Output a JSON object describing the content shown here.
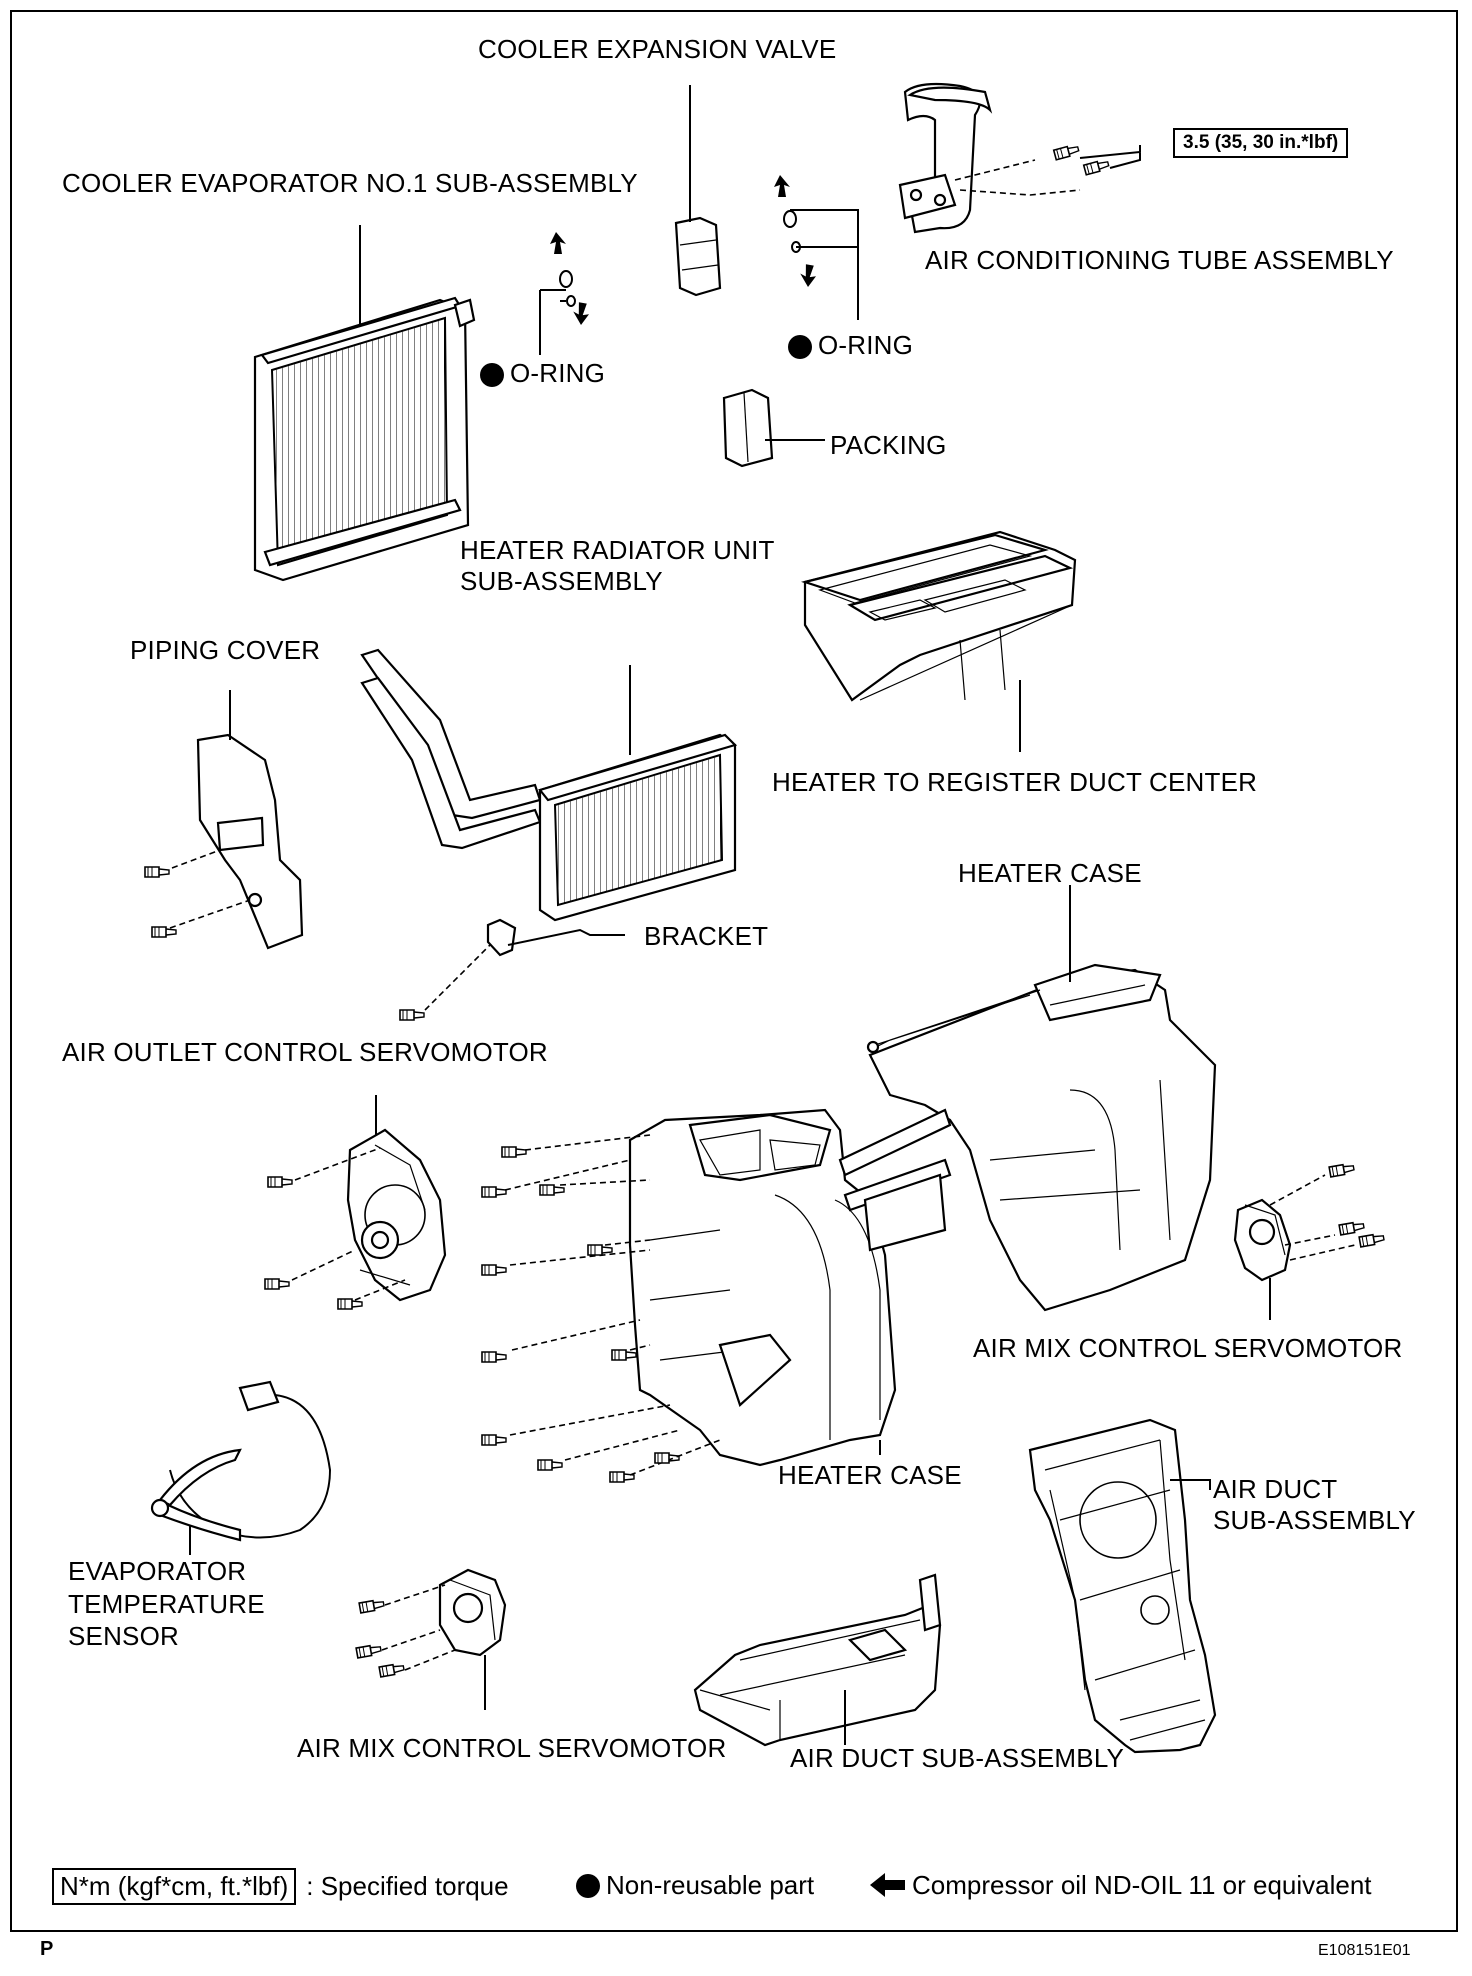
{
  "labels": {
    "cooler_expansion_valve": "COOLER EXPANSION VALVE",
    "cooler_evaporator": "COOLER EVAPORATOR NO.1 SUB-ASSEMBLY",
    "o_ring_left": "O-RING",
    "o_ring_right": "O-RING",
    "ac_tube_assembly": "AIR CONDITIONING TUBE ASSEMBLY",
    "packing": "PACKING",
    "heater_radiator_unit": "HEATER RADIATOR UNIT\nSUB-ASSEMBLY",
    "piping_cover": "PIPING COVER",
    "heater_to_register_duct": "HEATER TO REGISTER DUCT CENTER",
    "heater_case_top": "HEATER CASE",
    "bracket": "BRACKET",
    "air_outlet_servomotor": "AIR OUTLET CONTROL SERVOMOTOR",
    "air_mix_servomotor_right": "AIR MIX CONTROL SERVOMOTOR",
    "heater_case_bottom": "HEATER CASE",
    "air_duct_right": "AIR DUCT\nSUB-ASSEMBLY",
    "evaporator_temp_sensor": "EVAPORATOR\nTEMPERATURE\nSENSOR",
    "air_mix_servomotor_left": "AIR MIX CONTROL SERVOMOTOR",
    "air_duct_bottom": "AIR DUCT SUB-ASSEMBLY"
  },
  "torque_spec": "3.5 (35, 30 in.*lbf)",
  "legend": {
    "torque_unit": "N*m (kgf*cm, ft.*lbf)",
    "torque_desc": ": Specified torque",
    "nonreusable": "Non-reusable part",
    "compressor_oil": "Compressor oil ND-OIL 11 or equivalent"
  },
  "footer": {
    "page_letter": "P",
    "figure_id": "E108151E01"
  }
}
